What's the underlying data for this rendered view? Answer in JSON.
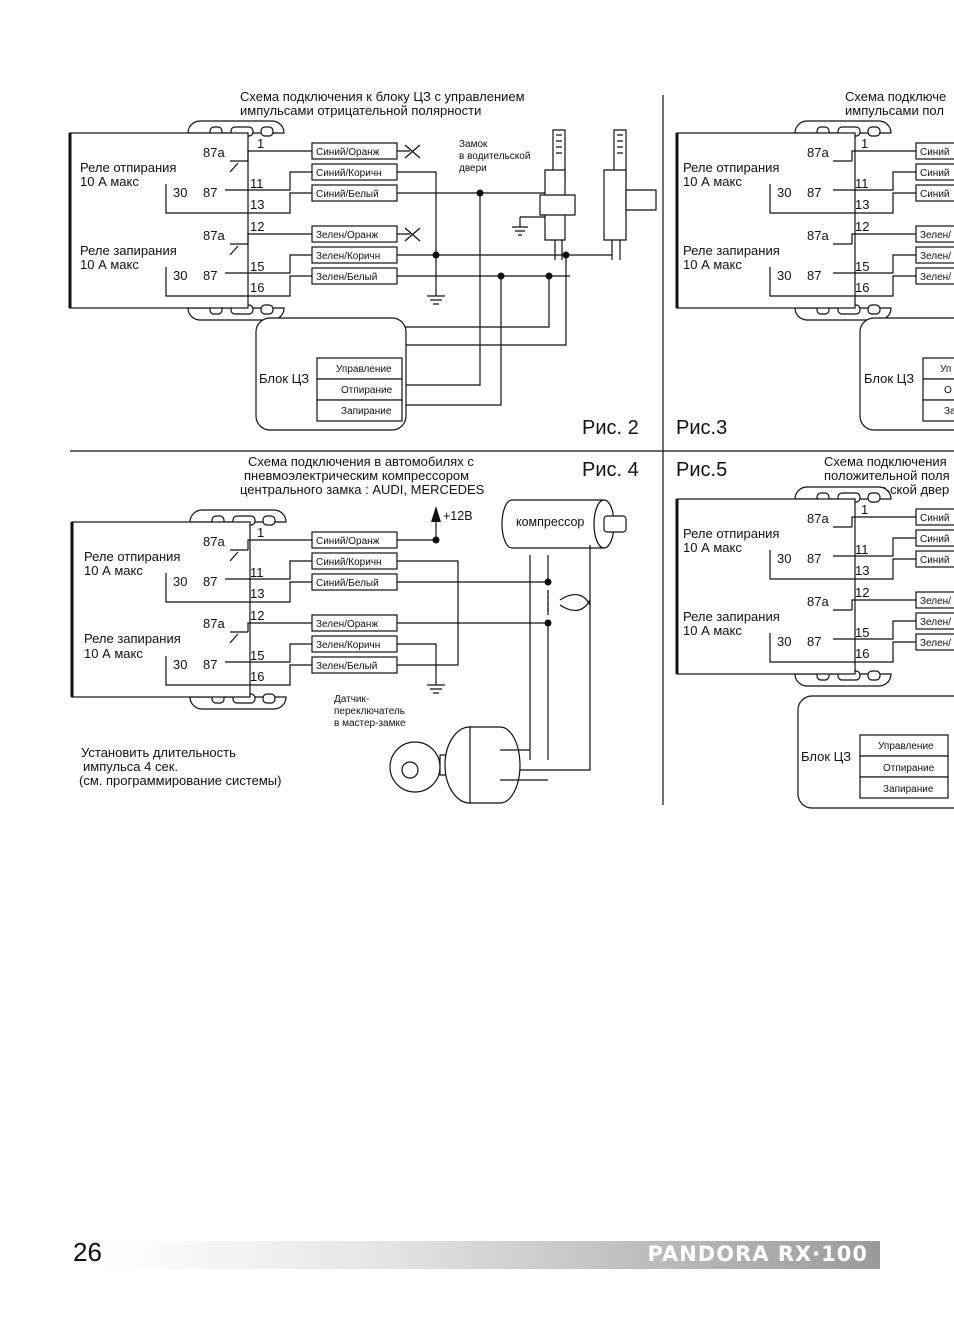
{
  "fig2": {
    "caption": "Схема подключения к блоку ЦЗ с управлением",
    "caption2": "импульсами отрицательной полярности",
    "label": "Рис. 2",
    "lock_note1": "Замок",
    "lock_note2": "в водительской",
    "lock_note3": "двери"
  },
  "fig3": {
    "label": "Рис.3",
    "caption": "Схема подключе",
    "caption2": "импульсами пол"
  },
  "fig4": {
    "label": "Рис. 4",
    "caption": "Схема подключения в автомобилях с",
    "caption2": "пневмоэлектрическим компрессором",
    "caption3": "центрального замка : AUDI, MERCEDES",
    "plus12": "+12В",
    "compressor": "компрессор",
    "sensor1": "Датчик-",
    "sensor2": "переключатель",
    "sensor3": "в мастер-замке",
    "note1": "Установить длительность",
    "note2": "импульса 4 сек.",
    "note3": "(см. программирование системы)"
  },
  "fig5": {
    "label": "Рис.5",
    "caption": "Схема подключения",
    "caption2": "положительной поля",
    "caption3": "в водительской двер"
  },
  "relay": {
    "unlock": "Реле отпирания",
    "lock": "Реле запирания",
    "amps": "10 А макс",
    "p87a": "87a",
    "p30": "30",
    "p87": "87",
    "n1": "1",
    "n11": "11",
    "n13": "13",
    "n12": "12",
    "n15": "15",
    "n16": "16"
  },
  "wires": {
    "w1": "Синий/Оранж",
    "w2": "Синий/Коричн",
    "w3": "Синий/Белый",
    "w4": "Зелен/Оранж",
    "w5": "Зелен/Коричн",
    "w6": "Зелен/Белый",
    "c1": "Синий",
    "c2": "Зелен/"
  },
  "cz": {
    "block": "Блок ЦЗ",
    "control": "Управление",
    "unlock": "Отпирание",
    "lock": "Запирание",
    "u_cut": "Уп",
    "o_cut": "О",
    "z_cut": "За"
  },
  "footer": {
    "page": "26",
    "brand": "PANDORA  RX·100"
  }
}
